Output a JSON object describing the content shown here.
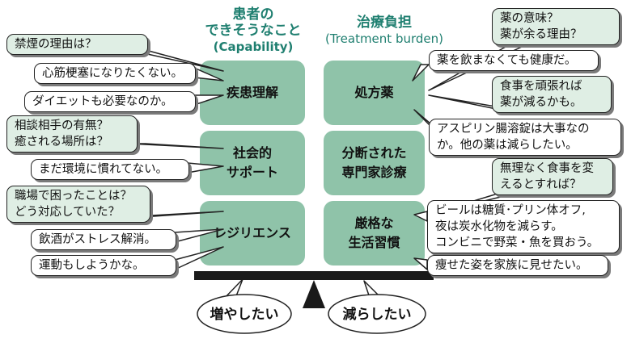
{
  "left_header": {
    "line1": "患者の",
    "line2": "できそうなこと",
    "line3": "(Capability)"
  },
  "right_header": {
    "line1": "治療負担",
    "line2": "(Treatment burden)"
  },
  "left_boxes": [
    {
      "label": "疾患理解"
    },
    {
      "line1": "社会的",
      "line2": "サポート"
    },
    {
      "label": "レジリエンス"
    }
  ],
  "right_boxes": [
    {
      "label": "処方薬"
    },
    {
      "line1": "分断された",
      "line2": "専門家診療"
    },
    {
      "line1": "厳格な",
      "line2": "生活習慣"
    }
  ],
  "left_bubbles": [
    {
      "type": "question",
      "text": "禁煙の理由は？"
    },
    {
      "type": "comment",
      "text": "心筋梗塞になりたくない。"
    },
    {
      "type": "comment",
      "text": "ダイエットも必要なのか。"
    },
    {
      "type": "question",
      "line1": "相談相手の有無？",
      "line2": "癒される場所は？"
    },
    {
      "type": "comment",
      "text": "まだ環境に慣れてない。"
    },
    {
      "type": "question",
      "line1": "職場で困ったことは？",
      "line2": "どう対応していた？"
    },
    {
      "type": "comment",
      "text": "飲酒がストレス解消。"
    },
    {
      "type": "comment",
      "text": "運動もしようかな。"
    }
  ],
  "right_bubbles": [
    {
      "type": "question",
      "line1": "薬の意味？",
      "line2": "薬が余る理由？"
    },
    {
      "type": "comment",
      "text": "薬を飲まなくても健康だ。"
    },
    {
      "type": "question",
      "line1": "食事を頑張れば",
      "line2": "薬が減るかも。"
    },
    {
      "type": "comment",
      "line1": "アスピリン腸溶錠は大事なの",
      "line2": "か。他の薬は減らしたい。"
    },
    {
      "type": "question",
      "line1": "無理なく食事を変",
      "line2": "えるとすれば？"
    },
    {
      "type": "comment",
      "line1": "ビールは糖質･プリン体オフ,",
      "line2": "夜は炭水化物を減らす。",
      "line3": "コンビニで野菜・魚を買おう。"
    },
    {
      "type": "comment",
      "text": "痩せた姿を家族に見せたい。"
    }
  ],
  "balance": {
    "left_label": "増やしたい",
    "right_label": "減らしたい"
  },
  "colors": {
    "box_fill": "#8fc3a9",
    "header_text": "#1f7f70",
    "question_fill": "#dfeee4",
    "beam": "#1a1a1a"
  }
}
